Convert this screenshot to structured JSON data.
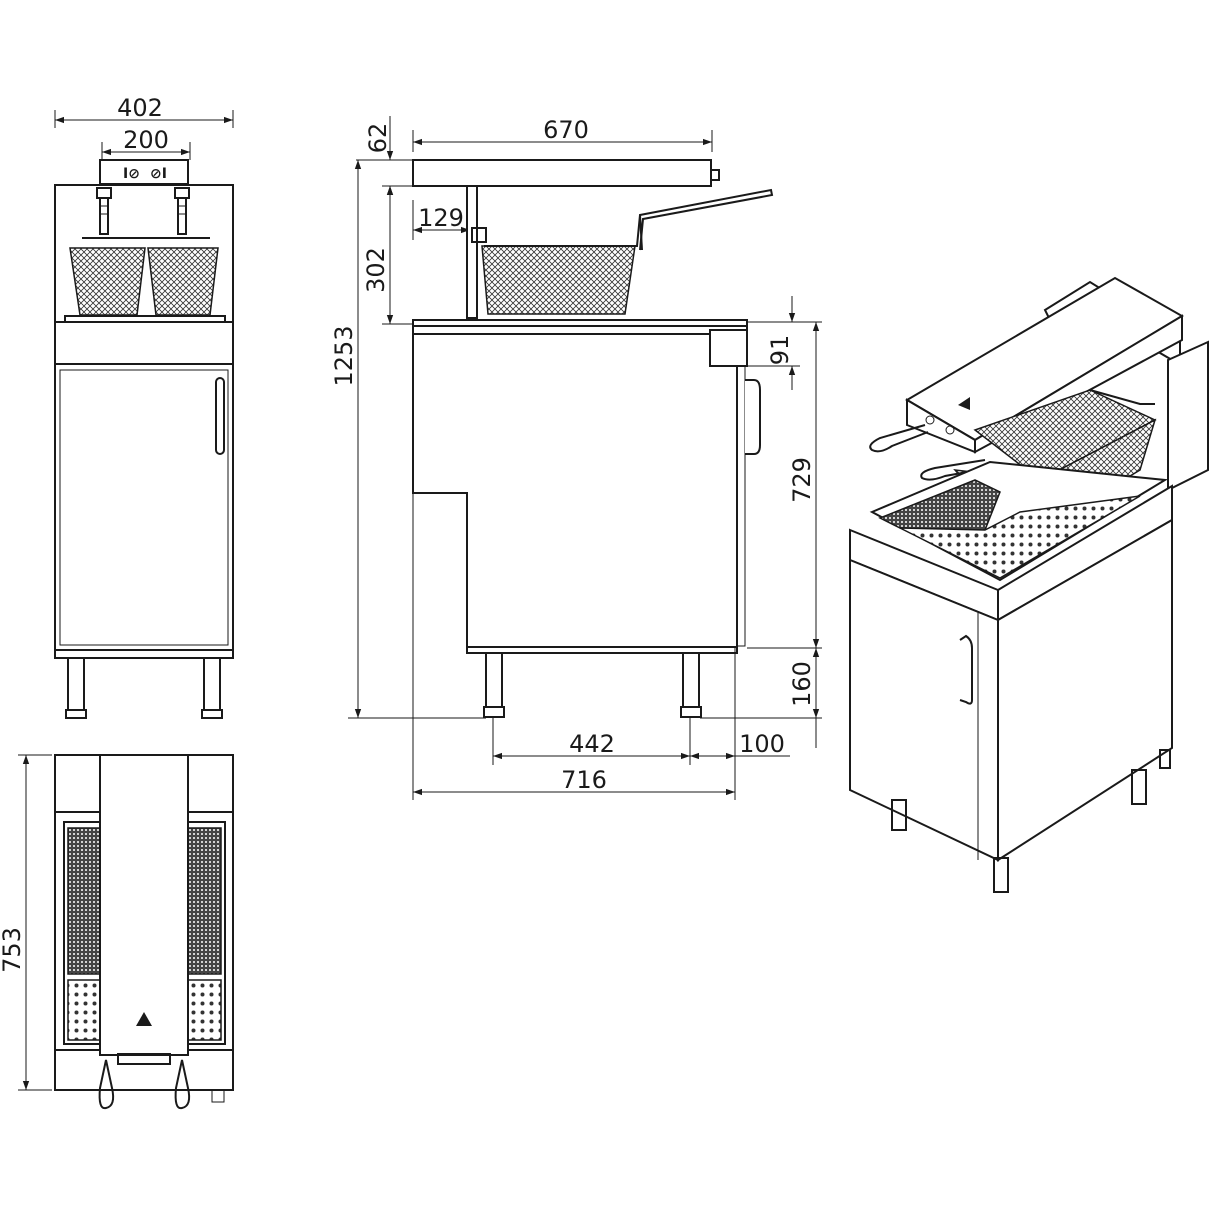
{
  "dimensions": {
    "front_total_width": "402",
    "front_basket_width": "200",
    "top_depth": "753",
    "side_top_length": "670",
    "side_top_offset": "62",
    "side_total_height": "1253",
    "side_head_gap": "129",
    "side_head_height": "302",
    "side_panel_height": "91",
    "side_cabinet_height": "729",
    "side_leg_height": "160",
    "side_leg_span": "442",
    "side_door_offset": "100",
    "side_total_depth": "716"
  },
  "panel_icons": {
    "front_panel_left": "I⊘",
    "front_panel_right": "⊘I"
  },
  "icons": [
    "warning-triangle-icon",
    "door-handle-icon",
    "basket-handle-icon"
  ]
}
